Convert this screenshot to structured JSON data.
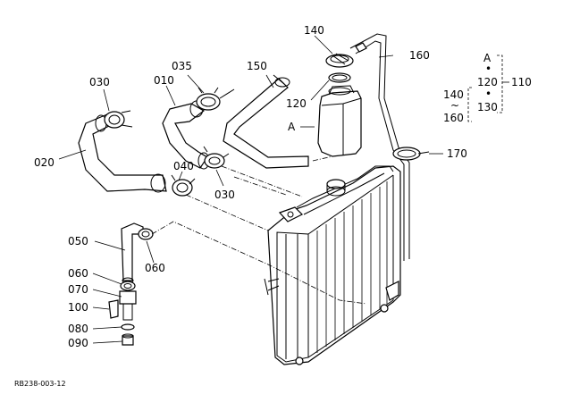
{
  "labels": {
    "p010": "010",
    "p020": "020",
    "p030a": "030",
    "p030b": "030",
    "p035": "035",
    "p040": "040",
    "p050": "050",
    "p060a": "060",
    "p060b": "060",
    "p070": "070",
    "p080": "080",
    "p090": "090",
    "p100": "100",
    "p110": "110",
    "p120a": "120",
    "p120b": "120",
    "p130": "130",
    "p140a": "140",
    "p140b": "140",
    "p150": "150",
    "p160a": "160",
    "p160b": "160",
    "p170": "170",
    "a1": "A",
    "a2": "A",
    "tilde": "~",
    "dot1": "•",
    "dot2": "•"
  },
  "diagram_code": "RB238-003-12"
}
